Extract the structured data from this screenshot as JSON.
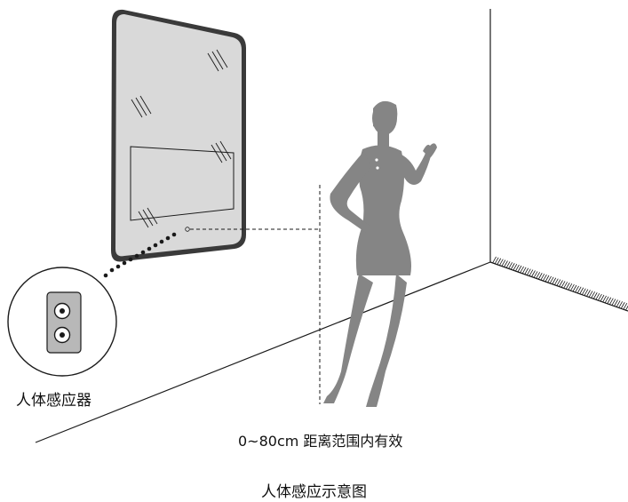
{
  "labels": {
    "sensor": "人体感应器",
    "detection_range": "0~80cm 距离范围内有效",
    "caption": "人体感应示意图"
  },
  "colors": {
    "line": "#1a1a1a",
    "mirror_glass": "#d9d9d9",
    "mirror_frame": "#3a3a3a",
    "silhouette": "#858585",
    "sensor_plate": "#b8b8b8"
  }
}
